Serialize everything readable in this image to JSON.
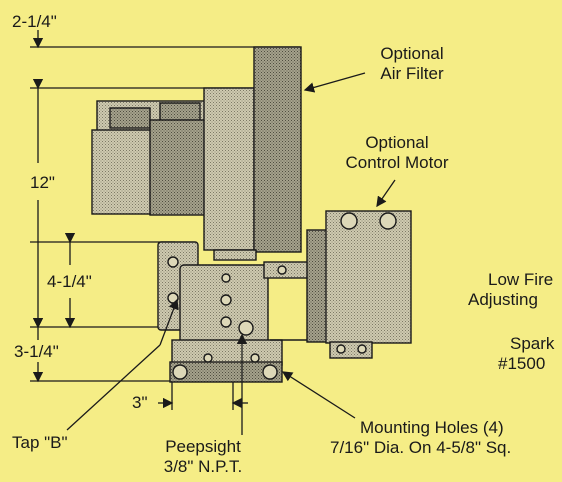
{
  "dimensions": {
    "top": "2-1/4\"",
    "overall_height": "12\"",
    "mid": "4-1/4\"",
    "bottom": "3-1/4\"",
    "width": "3\""
  },
  "callouts": {
    "air_filter": [
      "Optional",
      "Air Filter"
    ],
    "control_motor": [
      "Optional",
      "Control Motor"
    ],
    "low_fire": [
      "Low Fire",
      "Adjusting"
    ],
    "spark": [
      "Spark",
      "#1500"
    ],
    "tap_b": "Tap \"B\"",
    "peepsight": [
      "Peepsight",
      "3/8\" N.P.T."
    ],
    "mounting_holes": [
      "Mounting Holes (4)",
      "7/16\" Dia. On 4-5/8\" Sq."
    ]
  },
  "colors": {
    "background": "#f5ed86",
    "line": "#1a1a1a",
    "shade": "#9a9a7a"
  }
}
